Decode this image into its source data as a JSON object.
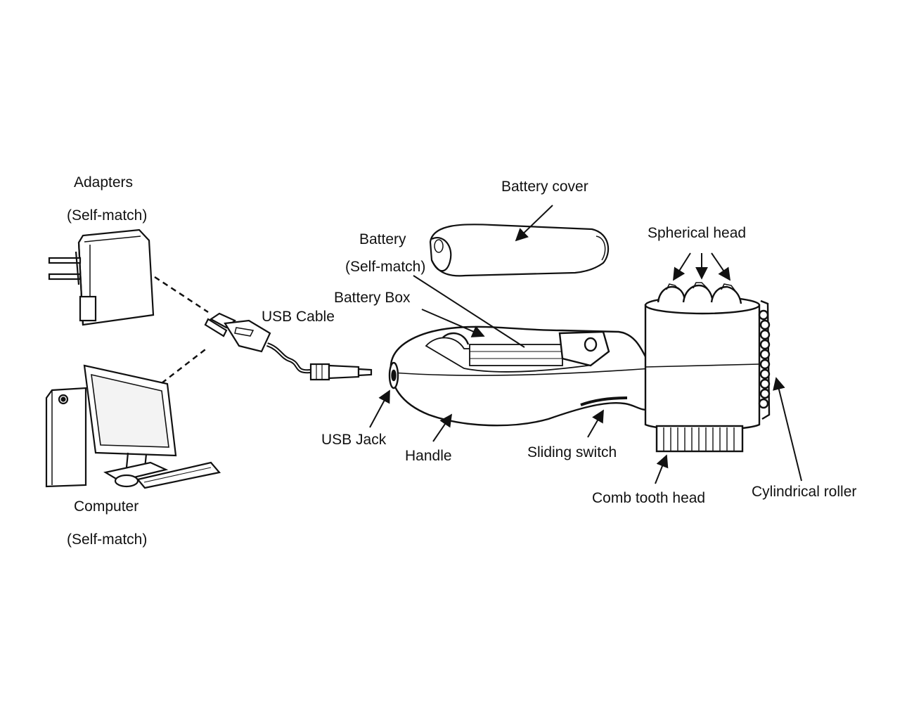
{
  "labels": {
    "adapters": "Adapters",
    "adapters_note": "(Self-match)",
    "computer": "Computer",
    "computer_note": "(Self-match)",
    "usb_cable": "USB Cable",
    "battery": "Battery",
    "battery_note": "(Self-match)",
    "battery_box": "Battery Box",
    "battery_cover": "Battery cover",
    "spherical_head": "Spherical head",
    "usb_jack": "USB Jack",
    "handle": "Handle",
    "sliding_switch": "Sliding switch",
    "comb_tooth_head": "Comb tooth head",
    "cylindrical_roller": "Cylindrical roller"
  },
  "colors": {
    "ink": "#111111",
    "paper": "#ffffff",
    "screen": "#f3f3f3"
  }
}
